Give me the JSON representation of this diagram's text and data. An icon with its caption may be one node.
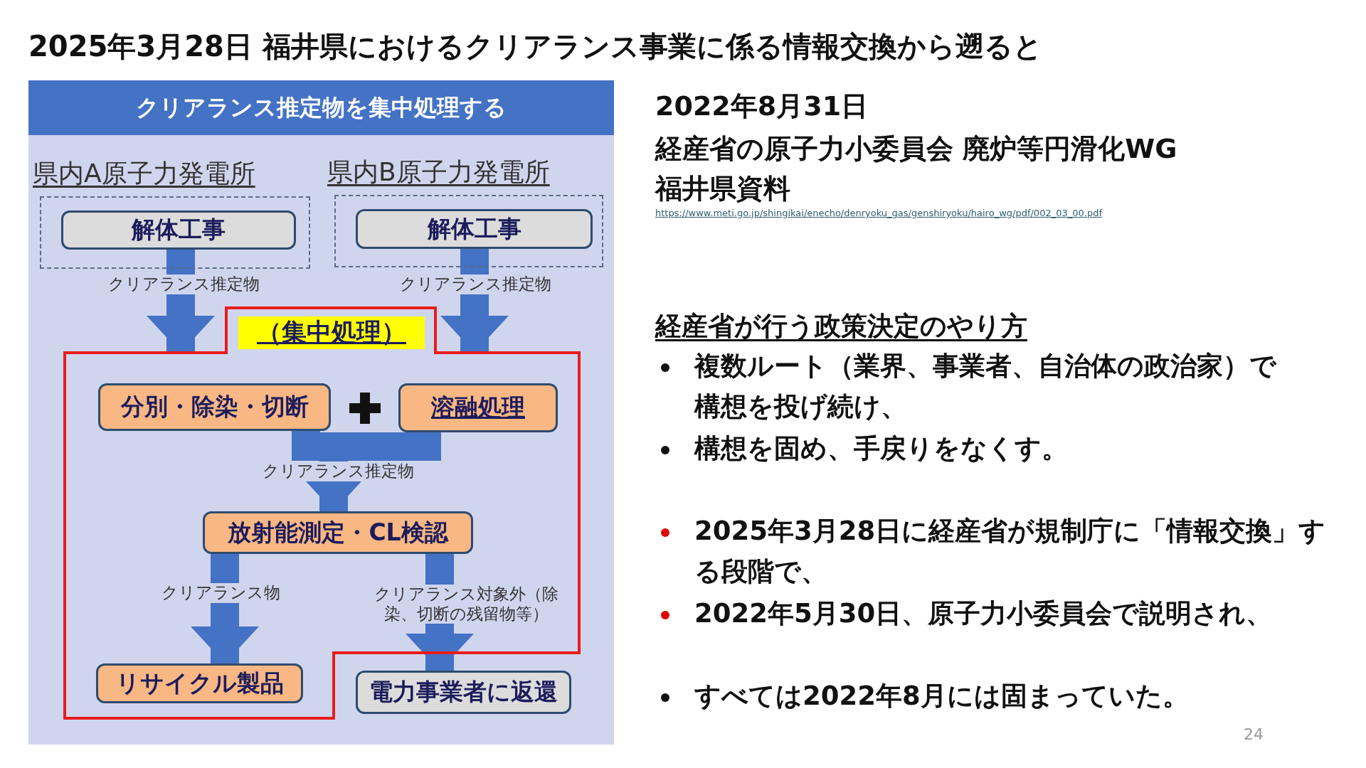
{
  "diagram": {
    "title": "2025年3月28日 福井県におけるクリアランス事業に係る情報交換**から遡ると**",
    "nodes": [
      {
        "text": [
          "クリアランス推定物を集中処理する"
        ]
      },
      {
        "text": [
          "県内A原子力発電所"
        ]
      },
      {
        "text": [
          "解体工事"
        ],
        "in": 1
      },
      {
        "text": [
          "県内B原子力発電所"
        ]
      },
      {
        "text": [
          "解体工事"
        ],
        "in": 3
      },
      {
        "text": [
          "（集中処理）"
        ]
      },
      {
        "text": [
          "分別・除染・切断"
        ],
        "in": 5
      },
      {
        "text": [
          "溶融処理"
        ],
        "in": 5
      },
      {
        "text": [
          "放射能測定・CL検認"
        ],
        "in": 5
      },
      {
        "text": [
          "リサイクル製品"
        ],
        "in": 5
      },
      {
        "text": [
          "電力事業者に返還"
        ]
      }
    ],
    "edges": [
      {
        "from": 2,
        "to": 5,
        "arrow": "to",
        "label": "クリアランス推定物"
      },
      {
        "from": 4,
        "to": 5,
        "arrow": "to",
        "label": "クリアランス推定物"
      },
      {
        "from": 6,
        "to": 8,
        "arrow": "to",
        "label": "クリアランス推定物"
      },
      {
        "from": 7,
        "to": 8,
        "arrow": "to"
      },
      {
        "from": 8,
        "to": 9,
        "arrow": "to",
        "label": "クリアランス物"
      },
      {
        "from": 8,
        "to": 10,
        "arrow": "to",
        "label": "クリアランス対象外（除染、切断の残留物等）"
      }
    ],
    "labels": [
      "2022年8月31日",
      "経産省の原子力小委員会 廃炉等円滑化WG",
      "福井県資料",
      "https://www.meti.go.jp/shingikai/enecho/denryoku_gas/genshiryoku/hairo_wg/pdf/002_03_00.pdf",
      "経産省が行う政策決定のやり方",
      "複数ルート（業界、事業者、自治体の政治家）で構想を投げ続け、",
      "構想を固め、手戻りをなくす。",
      "**2025年3月28日**に経産省が規制庁に「情報交換」する段階で、",
      "**2022年5月30日**、原子力小委員会で説明され、",
      "すべては**2022年8月**には固まっていた。",
      "24"
    ]
  }
}
